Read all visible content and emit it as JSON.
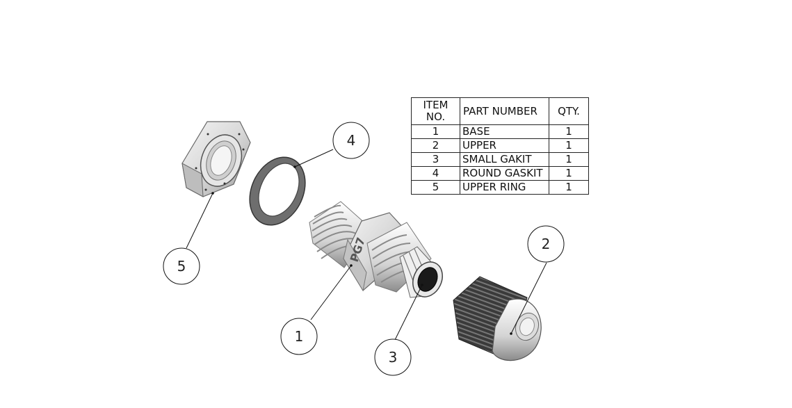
{
  "bom": {
    "headers": {
      "item_no": "ITEM NO.",
      "part_number": "PART NUMBER",
      "qty": "QTY."
    },
    "rows": [
      {
        "item": "1",
        "part": "BASE",
        "qty": "1"
      },
      {
        "item": "2",
        "part": "UPPER",
        "qty": "1"
      },
      {
        "item": "3",
        "part": "SMALL GAKIT",
        "qty": "1"
      },
      {
        "item": "4",
        "part": "ROUND GASKIT",
        "qty": "1"
      },
      {
        "item": "5",
        "part": "UPPER RING",
        "qty": "1"
      }
    ]
  },
  "balloons": {
    "b1": "1",
    "b2": "2",
    "b3": "3",
    "b4": "4",
    "b5": "5"
  },
  "engraving": "PG7"
}
